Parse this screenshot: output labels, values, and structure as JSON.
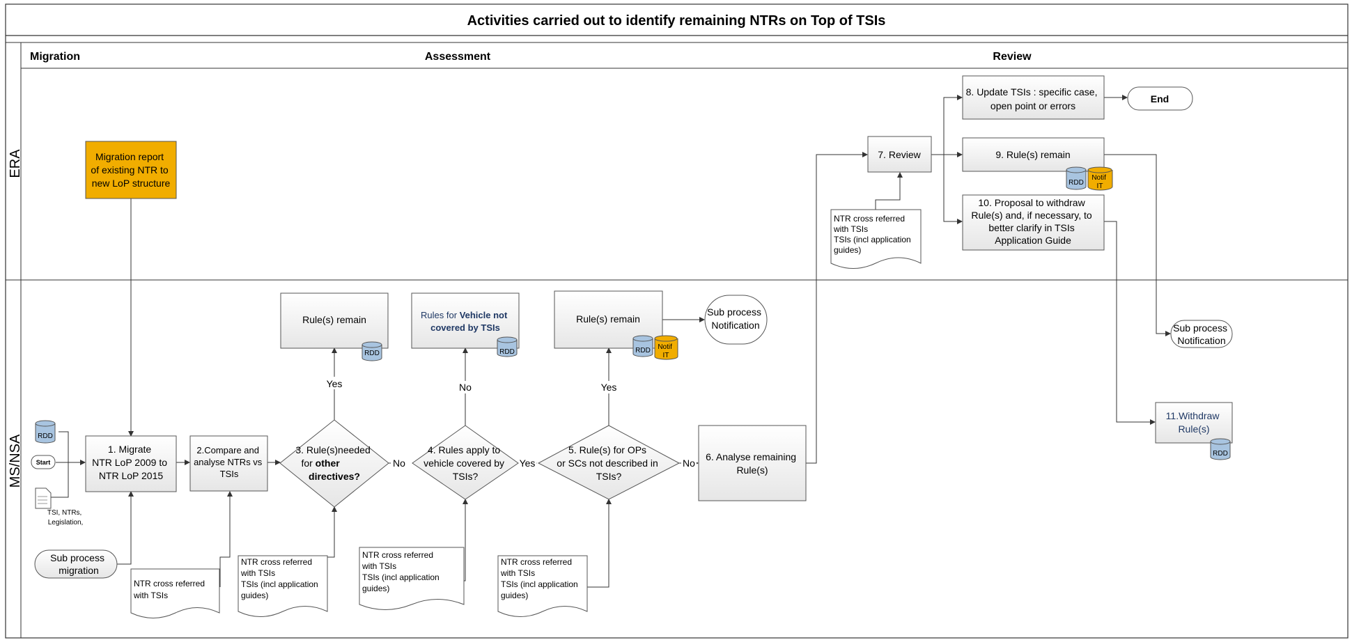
{
  "title": "Activities carried out to identify remaining NTRs on Top of TSIs",
  "phases": {
    "migration": "Migration",
    "assessment": "Assessment",
    "review": "Review"
  },
  "lanes": {
    "era": "ERA",
    "ms_nsa": "MS/NSA"
  },
  "colors": {
    "orange": "#f1ad00",
    "db_blue": "#a8c4e0",
    "db_gold": "#f1ad00"
  },
  "nodes": {
    "migration_report": [
      "Migration report",
      "of existing NTR to",
      "new LoP structure"
    ],
    "start": "Start",
    "rdd": "RDD",
    "notif_it": [
      "Notif",
      "IT"
    ],
    "inputs_doc": [
      "TSI, NTRs,",
      "Legislation,"
    ],
    "sub_migration": [
      "Sub process",
      "migration"
    ],
    "step1": [
      "1. Migrate",
      "NTR LoP 2009 to",
      "NTR LoP 2015"
    ],
    "step2": [
      "2.Compare and",
      "analyse NTRs vs",
      "TSIs"
    ],
    "step3": {
      "line1": "3. Rule(s)needed",
      "line2_pre": "for ",
      "line2_bold": "other",
      "line3_bold": "directives?"
    },
    "step4": [
      "4. Rules apply to",
      "vehicle covered by",
      "TSIs?"
    ],
    "step5": [
      "5. Rule(s) for OPs",
      "or SCs not described in",
      "TSIs?"
    ],
    "step6": [
      "6. Analyse remaining",
      "Rule(s)"
    ],
    "rule_remain_3": "Rule(s) remain",
    "rules_vehicle": {
      "line1_pre": "Rules for ",
      "line1_bold": "Vehicle not",
      "line2_bold": "covered by TSIs"
    },
    "rule_remain_5": "Rule(s) remain",
    "sub_notification_1": [
      "Sub process",
      "Notification"
    ],
    "step7": "7. Review",
    "step8": [
      "8. Update TSIs  : specific case,",
      "open point or errors"
    ],
    "end": "End",
    "step9": "9. Rule(s) remain",
    "step10": [
      "10. Proposal to withdraw",
      "Rule(s) and, if necessary, to",
      "better clarify in TSIs",
      "Application Guide"
    ],
    "sub_notification_2": [
      "Sub process",
      "Notification"
    ],
    "step11": [
      "11.Withdraw",
      "Rule(s)"
    ],
    "doc_ntr_short": [
      "NTR cross referred",
      "with TSIs"
    ],
    "doc_ntr_long": [
      "NTR cross referred",
      "with TSIs",
      "TSIs (incl application",
      "guides)"
    ]
  },
  "edge_labels": {
    "yes": "Yes",
    "no": "No"
  }
}
